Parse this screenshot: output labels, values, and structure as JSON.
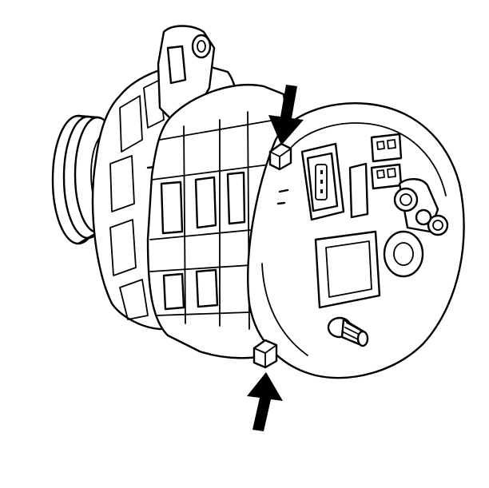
{
  "figure": {
    "subject": "alternator",
    "callouts": [
      {
        "name": "upper-through-bolt",
        "pointer": "downward-arrow"
      },
      {
        "name": "lower-through-bolt",
        "pointer": "upward-arrow"
      }
    ]
  },
  "colors": {
    "stroke": "#000000",
    "fill": "#ffffff"
  }
}
